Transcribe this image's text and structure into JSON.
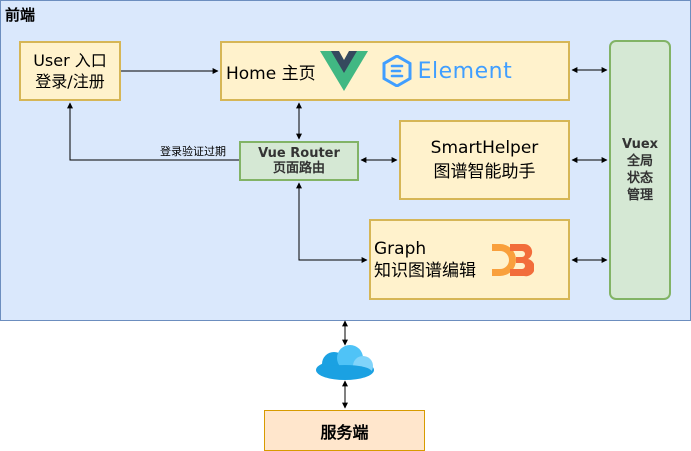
{
  "frontend": {
    "title": "前端"
  },
  "user": {
    "line1": "User 入口",
    "line2": "登录/注册"
  },
  "home": {
    "label": "Home 主页",
    "element_logo_text": "Element"
  },
  "router": {
    "line1": "Vue Router",
    "line2": "页面路由"
  },
  "smart_helper": {
    "line1": "SmartHelper",
    "line2": "图谱智能助手"
  },
  "graph": {
    "line1": "Graph",
    "line2": "知识图谱编辑"
  },
  "vuex": {
    "line1": "Vuex",
    "line2": "全局",
    "line3": "状态",
    "line4": "管理"
  },
  "edge_labels": {
    "login_expired": "登录验证过期"
  },
  "server": {
    "label": "服务端"
  },
  "colors": {
    "frontend_fill": "#dae8fc",
    "yellow_fill": "#fff2cc",
    "green_fill": "#d5e8d4",
    "orange_fill": "#ffe6cc",
    "vue_green": "#41b883",
    "vue_dark": "#35495e",
    "element_blue": "#409eff",
    "d3_orange": "#f68e3c"
  },
  "icons": [
    "vue-logo",
    "element-logo",
    "d3-logo",
    "cloud-icon"
  ]
}
